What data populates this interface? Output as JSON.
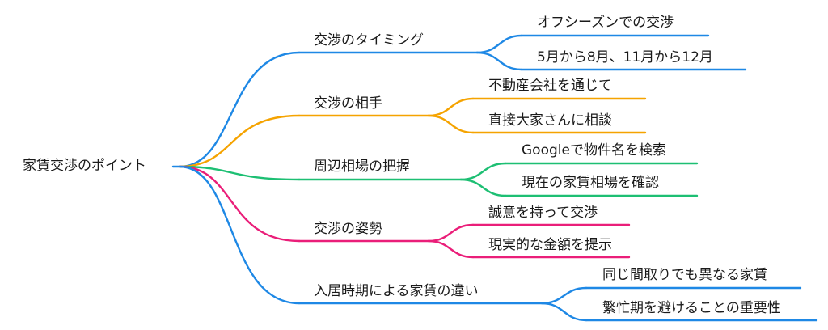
{
  "root": {
    "label": "家賃交渉のポイント"
  },
  "branches": [
    {
      "label": "交渉のタイミング",
      "color": "#1e88e5",
      "children": [
        {
          "label": "オフシーズンでの交渉"
        },
        {
          "label": "5月から8月、11月から12月"
        }
      ]
    },
    {
      "label": "交渉の相手",
      "color": "#f5a300",
      "children": [
        {
          "label": "不動産会社を通じて"
        },
        {
          "label": "直接大家さんに相談"
        }
      ]
    },
    {
      "label": "周辺相場の把握",
      "color": "#1dbf73",
      "children": [
        {
          "label": "Googleで物件名を検索"
        },
        {
          "label": "現在の家賃相場を確認"
        }
      ]
    },
    {
      "label": "交渉の姿勢",
      "color": "#ea1e79",
      "children": [
        {
          "label": "誠意を持って交渉"
        },
        {
          "label": "現実的な金額を提示"
        }
      ]
    },
    {
      "label": "入居時期による家賃の違い",
      "color": "#1e88e5",
      "children": [
        {
          "label": "同じ間取りでも異なる家賃"
        },
        {
          "label": "繁忙期を避けることの重要性"
        }
      ]
    }
  ]
}
